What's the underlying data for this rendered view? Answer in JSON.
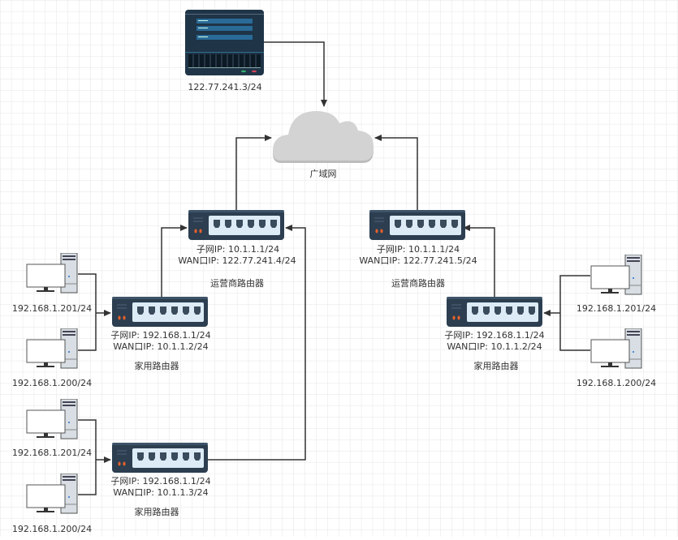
{
  "server": {
    "ip": "122.77.241.3/24",
    "icon": "server-icon"
  },
  "cloud": {
    "label": "广域网",
    "icon": "cloud-icon"
  },
  "isp_routers": [
    {
      "subnet": "子网IP:   10.1.1.1/24",
      "wan": "WAN口IP:  122.77.241.4/24",
      "label": "运营商路由器"
    },
    {
      "subnet": "子网IP:   10.1.1.1/24",
      "wan": "WAN口IP:  122.77.241.5/24",
      "label": "运营商路由器"
    }
  ],
  "home_routers": [
    {
      "subnet": "子网IP:   192.168.1.1/24",
      "wan": "WAN口IP:  10.1.1.2/24",
      "label": "家用路由器"
    },
    {
      "subnet": "子网IP:   192.168.1.1/24",
      "wan": "WAN口IP:  10.1.1.3/24",
      "label": "家用路由器"
    },
    {
      "subnet": "子网IP:   192.168.1.1/24",
      "wan": "WAN口IP:  10.1.1.2/24",
      "label": "家用路由器"
    }
  ],
  "pcs": [
    {
      "ip": "192.168.1.201/24"
    },
    {
      "ip": "192.168.1.200/24"
    },
    {
      "ip": "192.168.1.201/24"
    },
    {
      "ip": "192.168.1.200/24"
    },
    {
      "ip": "192.168.1.201/24"
    },
    {
      "ip": "192.168.1.200/24"
    }
  ],
  "colors": {
    "router": "#2c3e50",
    "port_panel": "#dcebf5",
    "led": "#e8602c",
    "cloud": "#d3d3d3",
    "grid": "#e6e6e6"
  }
}
